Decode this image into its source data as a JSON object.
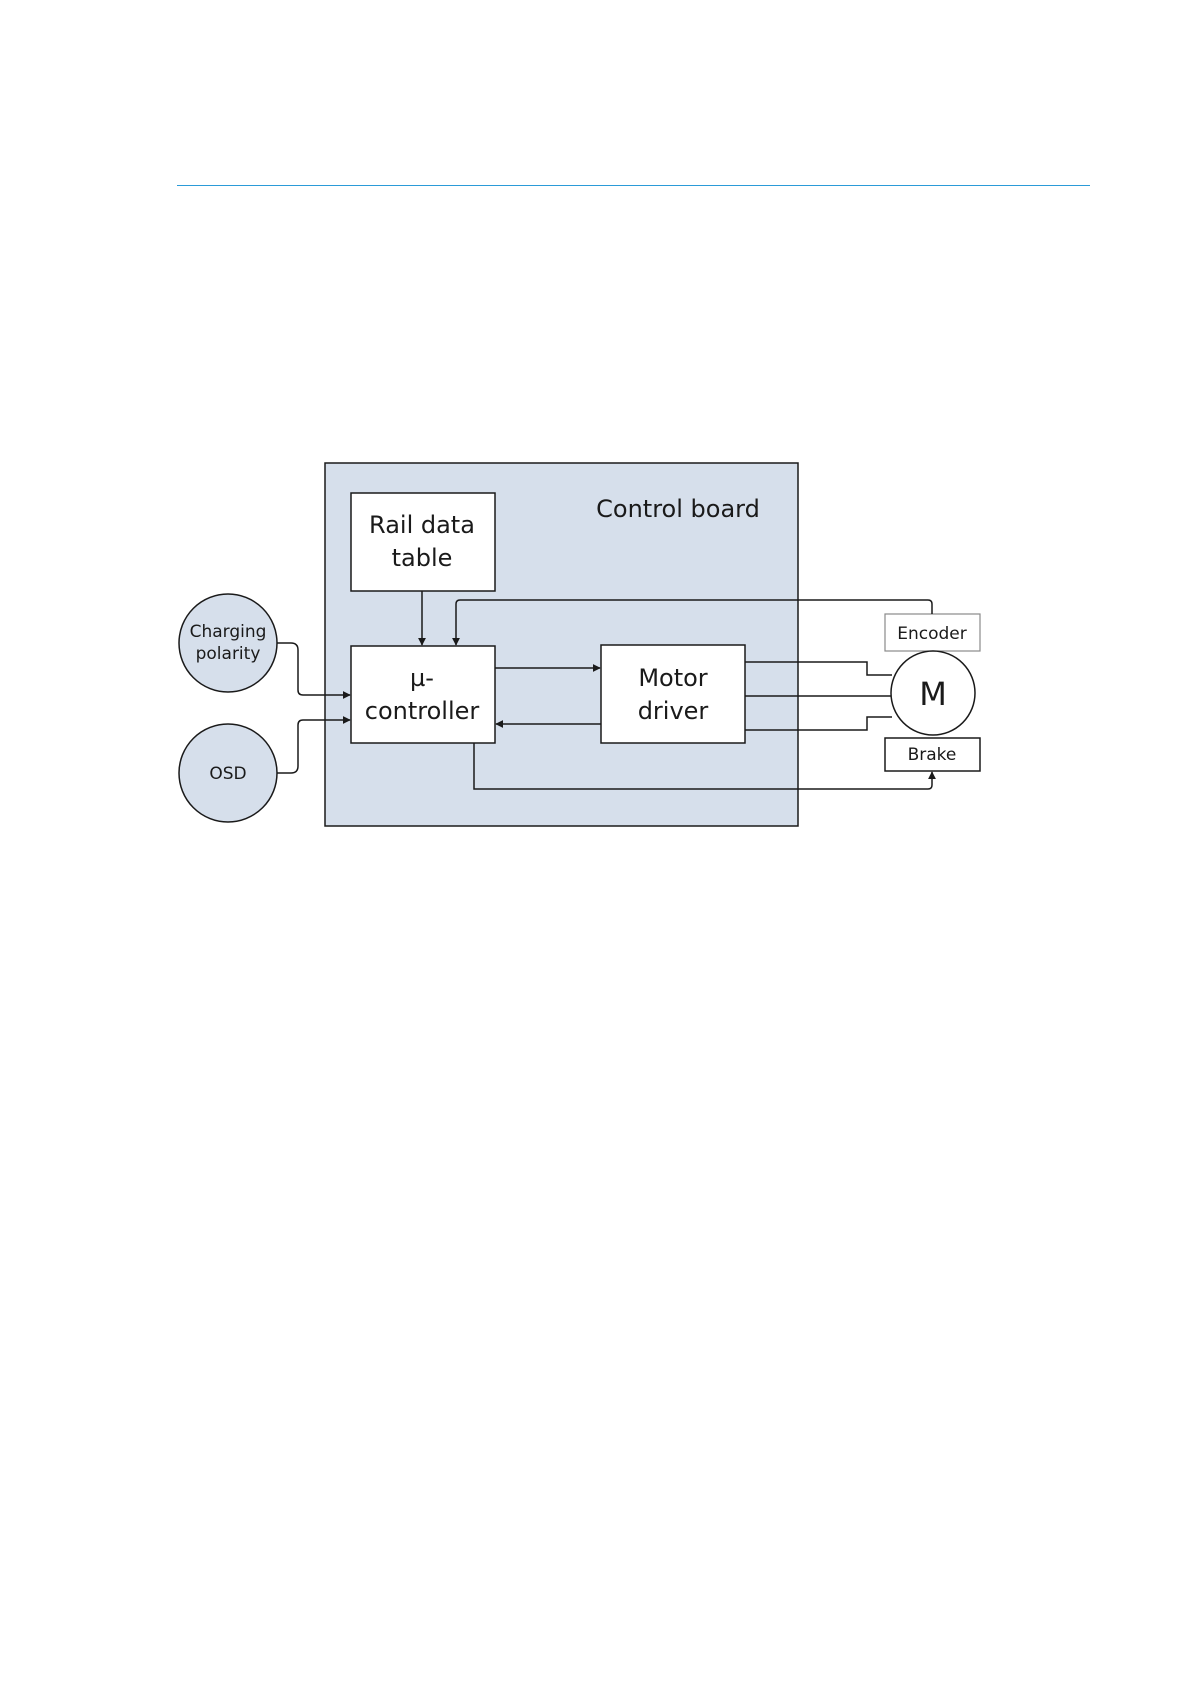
{
  "diagram": {
    "control_board_label": "Control board",
    "rail_data_table": [
      "Rail data",
      "table"
    ],
    "mu_controller": [
      "µ-",
      "controller"
    ],
    "motor_driver": [
      "Motor",
      "driver"
    ],
    "charging_polarity": [
      "Charging",
      "polarity"
    ],
    "osd": "OSD",
    "encoder": "Encoder",
    "motor": "M",
    "brake": "Brake"
  },
  "colors": {
    "board_fill": "#d6dfeb",
    "circle_fill": "#d6dfeb",
    "stroke": "#1a1a1a",
    "encoder_stroke": "#8a8a8a",
    "header_rule": "#2b9bd8"
  }
}
